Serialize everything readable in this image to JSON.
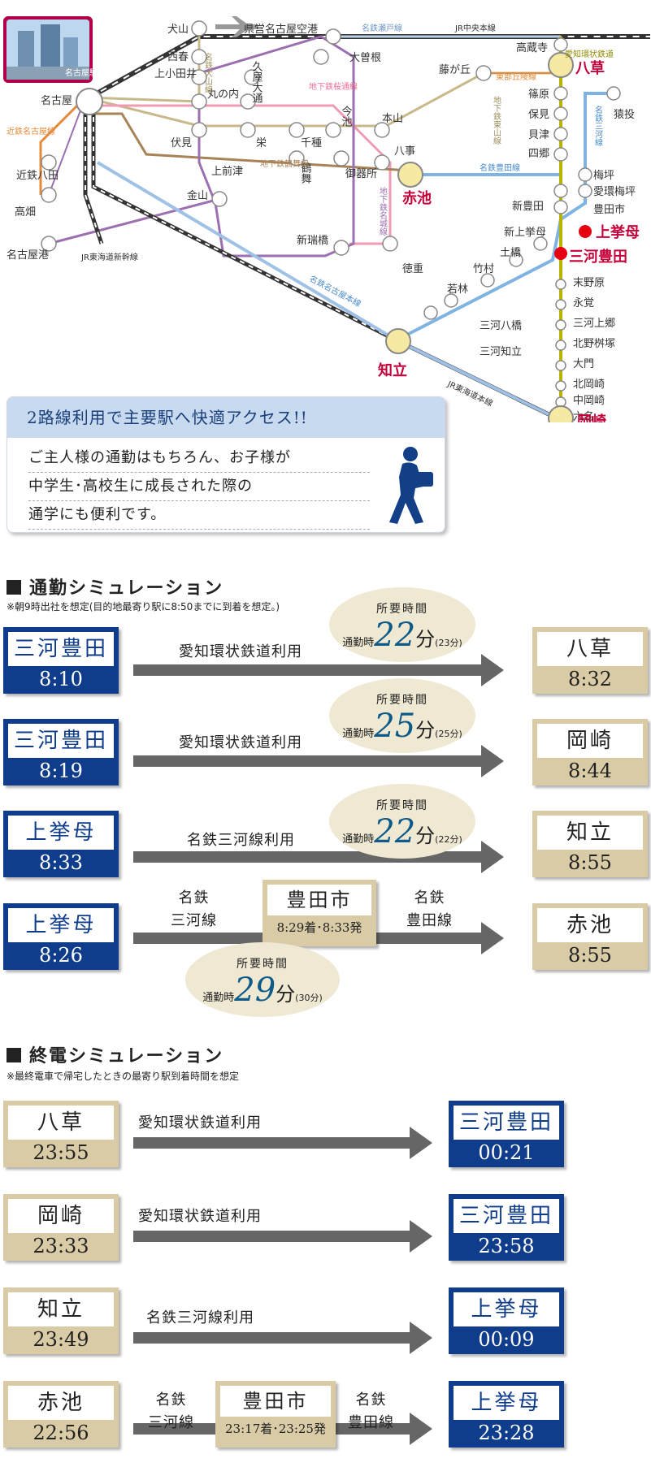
{
  "map": {
    "photo_caption": "名古屋駅",
    "stations": {
      "inuyama": "犬山",
      "airport": "県営名古屋空港",
      "nishiharu": "西春",
      "kamiotai": "上小田井",
      "hisaya": "久屋大通",
      "ozone": "大曽根",
      "nagoya": "名古屋",
      "marunouchi": "丸の内",
      "imaike": "今池",
      "motoyama": "本山",
      "fushimi": "伏見",
      "sakae": "栄",
      "chikusa": "千種",
      "kamimaezu": "上前津",
      "tsurumai": "鶴舞",
      "gokiso": "御器所",
      "yagoto": "八事",
      "akaike": "赤池",
      "kanayama": "金山",
      "kintetsu_hatta": "近鉄八田",
      "takabata": "高畑",
      "nagoyako": "名古屋港",
      "shinmizuhashi": "新瑞橋",
      "tokushige": "徳重",
      "kozoji": "高蔵寺",
      "fujigaoka": "藤が丘",
      "yakusa": "八草",
      "shinohara": "篠原",
      "hoken": "保見",
      "kaizu": "貝津",
      "shigo": "四郷",
      "sanage": "猿投",
      "umetsubo": "梅坪",
      "aikan_umetsubo": "愛環梅坪",
      "toyotashi": "豊田市",
      "shintoyota": "新豊田",
      "shinuwagoromo": "新上挙母",
      "uwagoromo": "上挙母",
      "mikawa_toyota": "三河豊田",
      "tsuchihashi": "土橋",
      "takehashi": "竹村",
      "wakabayashi": "若林",
      "mikawa_yahashi": "三河八橋",
      "mikawa_chiryu": "三河知立",
      "chiryu": "知立",
      "suenohara": "末野原",
      "eikaku": "永覚",
      "mikawa_kamigo": "三河上郷",
      "kitanomasuzuka": "北野桝塚",
      "daimon": "大門",
      "kitaokazaki": "北岡崎",
      "nakaokazaki": "中岡崎",
      "mutsuna": "六名",
      "okazaki": "岡崎"
    },
    "lines": {
      "seto": "名鉄瀬戸線",
      "chuo": "JR中央本線",
      "inuyama_line": "名鉄犬山線",
      "aikan": "愛知環状鉄道",
      "tobu": "東部丘陵線",
      "higashiyama": "地下鉄東山線",
      "sakuradori": "地下鉄桜通線",
      "kintetsu": "近鉄名古屋線",
      "tsurumai_line": "地下鉄鶴舞線",
      "meijo": "地下鉄名城線",
      "toyota_line": "名鉄豊田線",
      "mikawa_line": "名鉄三河線",
      "shinkansen": "JR東海道新幹線",
      "meitetsu_nagoya": "名鉄名古屋本線",
      "tokaido": "JR東海道本線"
    }
  },
  "banner": {
    "headline": "2路線利用で主要駅へ快適アクセス!!",
    "body": [
      "ご主人様の通勤はもちろん、お子様が",
      "中学生･高校生に成長された際の",
      "通学にも便利です。"
    ]
  },
  "commute": {
    "title": "通勤シミュレーション",
    "note": "※朝9時出社を想定(目的地最寄り駅に8:50までに到着を想定。)",
    "duration_label": "所要時間",
    "commute_prefix": "通勤時",
    "minute_unit": "分",
    "routes": [
      {
        "from": "三河豊田",
        "from_time": "8:10",
        "via": "愛知環状鉄道利用",
        "to": "八草",
        "to_time": "8:32",
        "minutes": "22",
        "alt": "(23分)"
      },
      {
        "from": "三河豊田",
        "from_time": "8:19",
        "via": "愛知環状鉄道利用",
        "to": "岡崎",
        "to_time": "8:44",
        "minutes": "25",
        "alt": "(25分)"
      },
      {
        "from": "上挙母",
        "from_time": "8:33",
        "via": "名鉄三河線利用",
        "to": "知立",
        "to_time": "8:55",
        "minutes": "22",
        "alt": "(22分)"
      },
      {
        "from": "上挙母",
        "from_time": "8:26",
        "via_a": [
          "名鉄",
          "三河線"
        ],
        "transfer": "豊田市",
        "transfer_time": "8:29着･8:33発",
        "via_b": [
          "名鉄",
          "豊田線"
        ],
        "to": "赤池",
        "to_time": "8:55",
        "minutes": "29",
        "alt": "(30分)"
      }
    ]
  },
  "lasttrain": {
    "title": "終電シミュレーション",
    "note": "※最終電車で帰宅したときの最寄り駅到着時間を想定",
    "routes": [
      {
        "from": "八草",
        "from_time": "23:55",
        "via": "愛知環状鉄道利用",
        "to": "三河豊田",
        "to_time": "00:21"
      },
      {
        "from": "岡崎",
        "from_time": "23:33",
        "via": "愛知環状鉄道利用",
        "to": "三河豊田",
        "to_time": "23:58"
      },
      {
        "from": "知立",
        "from_time": "23:49",
        "via": "名鉄三河線利用",
        "to": "上挙母",
        "to_time": "00:09"
      },
      {
        "from": "赤池",
        "from_time": "22:56",
        "via_a": [
          "名鉄",
          "三河線"
        ],
        "transfer": "豊田市",
        "transfer_time": "23:17着･23:25発",
        "via_b": [
          "名鉄",
          "豊田線"
        ],
        "to": "上挙母",
        "to_time": "23:28"
      }
    ]
  }
}
